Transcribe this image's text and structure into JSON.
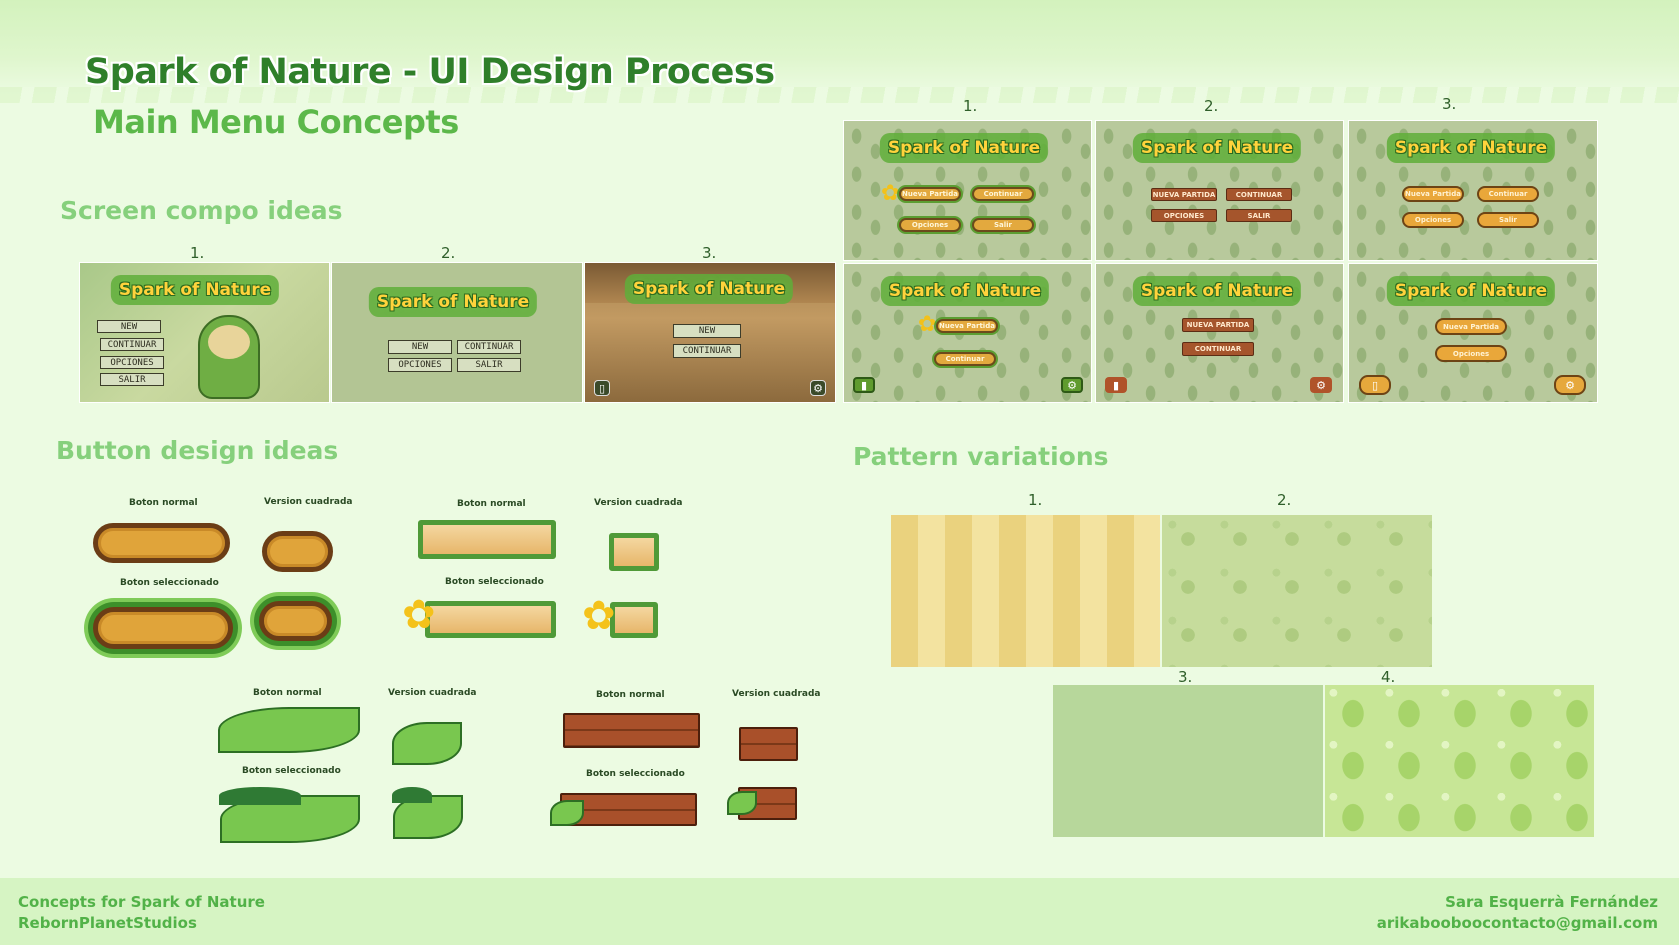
{
  "header": {
    "title": "Spark of Nature - UI Design Process",
    "subtitle": "Main Menu Concepts"
  },
  "sections": {
    "screen_compo": "Screen compo ideas",
    "button_design": "Button design ideas",
    "pattern_variations": "Pattern variations"
  },
  "screen_compo": {
    "numbers": [
      "1.",
      "2.",
      "3."
    ],
    "logo": "Spark of Nature",
    "screen1_buttons": [
      "NEW",
      "CONTINUAR",
      "OPCIONES",
      "SALIR"
    ],
    "screen2_buttons": [
      "NEW",
      "CONTINUAR",
      "OPCIONES",
      "SALIR"
    ],
    "screen3_buttons": [
      "NEW",
      "CONTINUAR"
    ]
  },
  "menu_variants": {
    "numbers": [
      "1.",
      "2.",
      "3."
    ],
    "logo": "Spark of Nature",
    "top_row": {
      "v1": [
        "Nueva Partida",
        "Continuar",
        "Opciones",
        "Salir"
      ],
      "v2": [
        "NUEVA PARTIDA",
        "CONTINUAR",
        "OPCIONES",
        "SALIR"
      ],
      "v3": [
        "Nueva Partida",
        "Continuar",
        "Opciones",
        "Salir"
      ]
    },
    "bottom_row": {
      "v1": [
        "Nueva Partida",
        "Continuar"
      ],
      "v2": [
        "NUEVA PARTIDA",
        "CONTINUAR"
      ],
      "v3": [
        "Nueva Partida",
        "Opciones"
      ]
    }
  },
  "button_design": {
    "normal": "Boton normal",
    "square": "Version cuadrada",
    "selected": "Boton seleccionado"
  },
  "patterns": {
    "numbers": [
      "1.",
      "2.",
      "3.",
      "4."
    ]
  },
  "footer": {
    "left_line1": "Concepts for Spark of Nature",
    "left_line2": "RebornPlanetStudios",
    "right_line1": "Sara Esquerrà Fernández",
    "right_line2": "arikabooboocontacto@gmail.com"
  },
  "colors": {
    "title": "#2f7f2a",
    "subtitle": "#5cb84a",
    "section": "#86d07c",
    "footer_text": "#52b248",
    "background": "#ecfbe2"
  }
}
